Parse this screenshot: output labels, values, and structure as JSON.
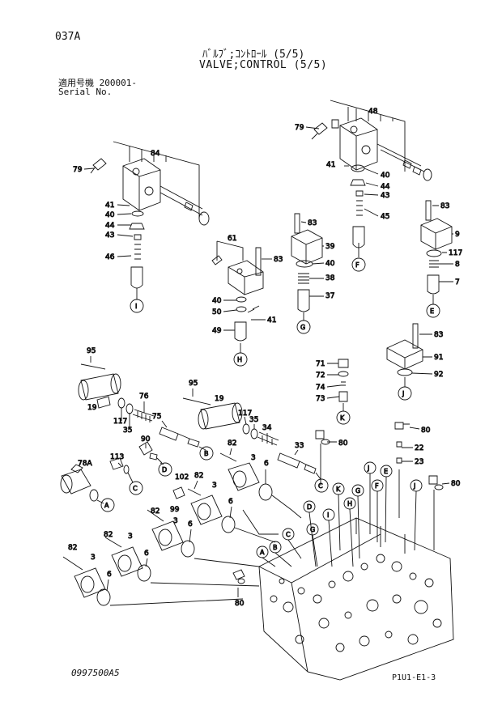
{
  "header": {
    "page_code": "037A",
    "title_jp": "ﾊﾞﾙﾌﾞ;ｺﾝﾄﾛｰﾙ (5/5)",
    "title_en": "VALVE;CONTROL (5/5)",
    "serial_label_jp": "適用号機  200001-",
    "serial_label_en": "Serial No."
  },
  "footer": {
    "doc_number": "0997500A5",
    "page_ref": "P1U1-E1-3"
  },
  "callouts": {
    "p48": "48",
    "p79a": "79",
    "p84": "84",
    "p79b": "79",
    "p41a": "41",
    "p40a": "40",
    "p44a": "44",
    "p43a": "43",
    "p46": "46",
    "p41b": "41",
    "p40b": "40",
    "p44b": "44",
    "p43b": "43",
    "p45": "45",
    "p83a": "83",
    "p39": "39",
    "p40c": "40",
    "p38": "38",
    "p37": "37",
    "p61": "61",
    "p83b": "83",
    "p40d": "40",
    "p50": "50",
    "p41c": "41",
    "p49": "49",
    "p83c": "83",
    "p9": "9",
    "p117a": "117",
    "p8": "8",
    "p7": "7",
    "p83d": "83",
    "p91": "91",
    "p92": "92",
    "p71": "71",
    "p72": "72",
    "p74": "74",
    "p73": "73",
    "p95a": "95",
    "p19a": "19",
    "p117b": "117",
    "p35a": "35",
    "p76": "76",
    "p75": "75",
    "p95b": "95",
    "p19b": "19",
    "p117c": "117",
    "p35b": "35",
    "p34": "34",
    "p33": "33",
    "p90": "90",
    "p113": "113",
    "p78a": "78A",
    "p82a": "82",
    "p3a": "3",
    "p6a": "6",
    "p102": "102",
    "p82b": "82",
    "p3b": "3",
    "p6b": "6",
    "p99": "99",
    "p82c": "82",
    "p3c": "3",
    "p6c": "6",
    "p82d": "82",
    "p3d": "3",
    "p6d": "6",
    "p80a": "80",
    "p80b": "80",
    "p22": "22",
    "p23": "23",
    "p80c": "80",
    "p80d": "80"
  },
  "refs": {
    "A": "A",
    "B": "B",
    "C": "C",
    "D": "D",
    "E": "E",
    "F": "F",
    "G": "G",
    "H": "H",
    "I": "I",
    "J": "J",
    "K": "K"
  }
}
